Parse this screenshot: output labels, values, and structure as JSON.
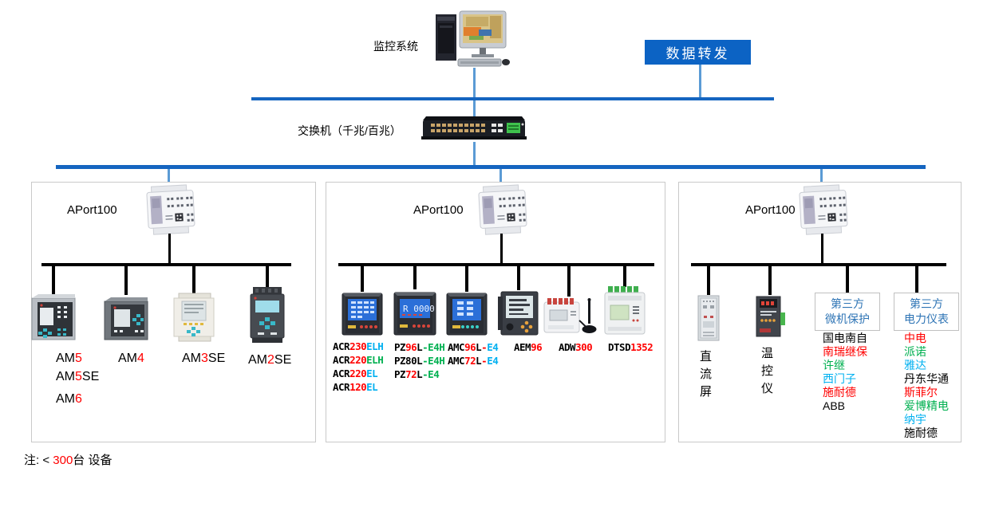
{
  "header": {
    "monitor_label": "监控系统",
    "forward_label": "数据转发",
    "switch_label": "交换机（千兆/百兆）"
  },
  "colors": {
    "backbone_blue": "#1565C0",
    "connector_blue": "#5B9BD5",
    "forward_bg": "#0C63C4",
    "red": "#FF0000",
    "green": "#00B050",
    "cyan": "#00B0F0",
    "title_blue": "#2E74B5",
    "bus_black": "#000000"
  },
  "groups": [
    {
      "gateway": "APort100",
      "device_icons": [
        "protection-relay-am5-icon",
        "protection-relay-am4-icon",
        "protection-relay-am3se-icon",
        "protection-relay-am2se-icon"
      ],
      "stacks": [
        [
          [
            {
              "t": "AM",
              "c": "k"
            },
            {
              "t": "5",
              "c": "r"
            }
          ],
          [
            {
              "t": "AM",
              "c": "k"
            },
            {
              "t": "5",
              "c": "r"
            },
            {
              "t": "SE",
              "c": "k"
            }
          ],
          [
            {
              "t": "AM",
              "c": "k"
            },
            {
              "t": "6",
              "c": "r"
            }
          ]
        ],
        [
          [
            {
              "t": "AM",
              "c": "k"
            },
            {
              "t": "4",
              "c": "r"
            }
          ]
        ],
        [
          [
            {
              "t": "AM",
              "c": "k"
            },
            {
              "t": "3",
              "c": "r"
            },
            {
              "t": "SE",
              "c": "k"
            }
          ]
        ],
        [
          [
            {
              "t": "AM",
              "c": "k"
            },
            {
              "t": "2",
              "c": "r"
            },
            {
              "t": "SE",
              "c": "k"
            }
          ]
        ]
      ]
    },
    {
      "gateway": "APort100",
      "device_icons": [
        "panel-meter-acr-icon",
        "panel-meter-pz-icon",
        "panel-meter-amc-icon",
        "panel-meter-aem-icon",
        "din-meter-adw300-icon",
        "din-meter-dtsd1352-icon"
      ],
      "columns": [
        [
          [
            {
              "t": "ACR",
              "c": "k"
            },
            {
              "t": "230",
              "c": "r"
            },
            {
              "t": "ELH",
              "c": "c"
            }
          ],
          [
            {
              "t": "ACR",
              "c": "k"
            },
            {
              "t": "220",
              "c": "r"
            },
            {
              "t": "ELH",
              "c": "g"
            }
          ],
          [
            {
              "t": "ACR",
              "c": "k"
            },
            {
              "t": "220",
              "c": "r"
            },
            {
              "t": "EL",
              "c": "c"
            }
          ],
          [
            {
              "t": "ACR",
              "c": "k"
            },
            {
              "t": "120",
              "c": "r"
            },
            {
              "t": "EL",
              "c": "c"
            }
          ]
        ],
        [
          [
            {
              "t": "PZ",
              "c": "k"
            },
            {
              "t": "96",
              "c": "r"
            },
            {
              "t": "L",
              "c": "k"
            },
            {
              "t": "-E4H",
              "c": "g"
            }
          ],
          [
            {
              "t": "PZ80L",
              "c": "k"
            },
            {
              "t": "-E4H",
              "c": "g"
            }
          ],
          [
            {
              "t": "PZ",
              "c": "k"
            },
            {
              "t": "72",
              "c": "r"
            },
            {
              "t": "L",
              "c": "k"
            },
            {
              "t": "-E4",
              "c": "g"
            }
          ]
        ],
        [
          [
            {
              "t": "AMC",
              "c": "k"
            },
            {
              "t": "96",
              "c": "r"
            },
            {
              "t": "L",
              "c": "k"
            },
            {
              "t": "-",
              "c": "r"
            },
            {
              "t": "E4",
              "c": "c"
            }
          ],
          [
            {
              "t": "AMC",
              "c": "k"
            },
            {
              "t": "72",
              "c": "r"
            },
            {
              "t": "L",
              "c": "k"
            },
            {
              "t": "-",
              "c": "r"
            },
            {
              "t": "E4",
              "c": "c"
            }
          ]
        ],
        [
          [
            {
              "t": "AEM",
              "c": "k"
            },
            {
              "t": "96",
              "c": "r"
            }
          ]
        ],
        [
          [
            {
              "t": "ADW",
              "c": "k"
            },
            {
              "t": "300",
              "c": "r"
            }
          ]
        ],
        [
          [
            {
              "t": "DTSD",
              "c": "k"
            },
            {
              "t": "1352",
              "c": "r"
            }
          ]
        ]
      ]
    },
    {
      "gateway": "APort100",
      "device_icons": [
        "dc-panel-cabinet-icon",
        "temperature-controller-icon"
      ],
      "dc_panel_label": [
        [
          {
            "t": "直",
            "c": "k"
          }
        ],
        [
          {
            "t": "流",
            "c": "k"
          }
        ],
        [
          {
            "t": "屏",
            "c": "k"
          }
        ]
      ],
      "temp_label": [
        [
          {
            "t": "温",
            "c": "k"
          }
        ],
        [
          {
            "t": "控",
            "c": "k"
          }
        ],
        [
          {
            "t": "仪",
            "c": "k"
          }
        ]
      ],
      "third_party": [
        {
          "title": [
            [
              {
                "t": "第三方",
                "c": "b"
              }
            ],
            [
              {
                "t": "微机保护",
                "c": "b"
              }
            ]
          ],
          "vendors": [
            [
              {
                "t": "国电南自",
                "c": "k"
              }
            ],
            [
              {
                "t": "南瑞继保",
                "c": "r"
              }
            ],
            [
              {
                "t": "许继",
                "c": "g"
              }
            ],
            [
              {
                "t": "西门子",
                "c": "c"
              }
            ],
            [
              {
                "t": "施耐德",
                "c": "r"
              }
            ],
            [
              {
                "t": "ABB",
                "c": "k"
              }
            ]
          ]
        },
        {
          "title": [
            [
              {
                "t": "第三方",
                "c": "b"
              }
            ],
            [
              {
                "t": "电力仪表",
                "c": "b"
              }
            ]
          ],
          "vendors": [
            [
              {
                "t": "中电",
                "c": "r"
              }
            ],
            [
              {
                "t": "派诺",
                "c": "g"
              }
            ],
            [
              {
                "t": "雅达",
                "c": "c"
              }
            ],
            [
              {
                "t": "丹东华通",
                "c": "k"
              }
            ],
            [
              {
                "t": "斯菲尔",
                "c": "r"
              }
            ],
            [
              {
                "t": "爱博精电",
                "c": "g"
              }
            ],
            [
              {
                "t": "纳宇",
                "c": "c"
              }
            ],
            [
              {
                "t": "施耐德",
                "c": "k"
              }
            ]
          ]
        }
      ]
    }
  ],
  "note": [
    {
      "t": "注: < ",
      "c": "k"
    },
    {
      "t": "300",
      "c": "r"
    },
    {
      "t": "台 设备",
      "c": "k"
    }
  ]
}
